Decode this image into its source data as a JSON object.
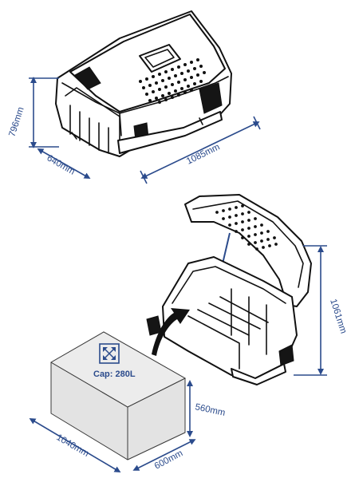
{
  "colors": {
    "dimension_blue": "#2b4b8c",
    "outline_black": "#111111",
    "box_fill": "#e3e3e3",
    "box_stroke": "#3a3a3a"
  },
  "closed_case": {
    "height_label": "796mm",
    "depth_label": "640mm",
    "width_label": "1085mm"
  },
  "open_case": {
    "height_label": "1061mm"
  },
  "capacity_box": {
    "icon": "expand-arrows-icon",
    "capacity_label": "Cap: 280L",
    "height_label": "560mm",
    "width_label": "1040mm",
    "depth_label": "600mm"
  }
}
